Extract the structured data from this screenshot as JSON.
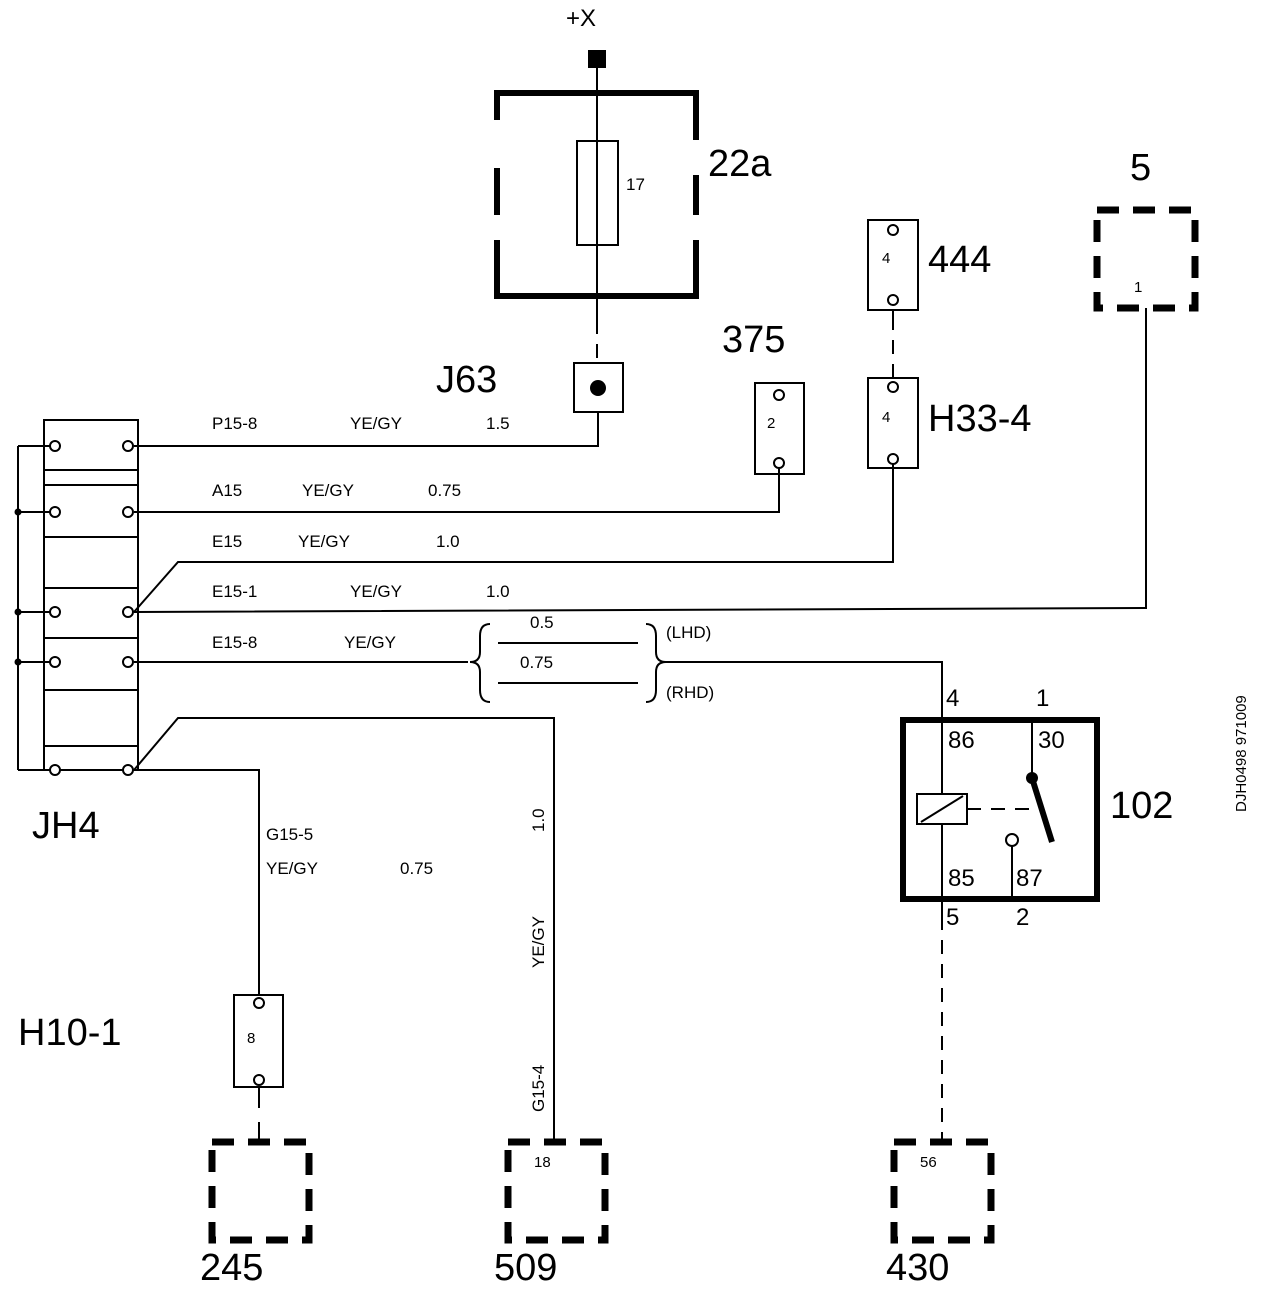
{
  "supply": {
    "label": "+X"
  },
  "fuse_box": {
    "ref": "22a",
    "fuse_number": "17"
  },
  "splice": {
    "ref": "J63"
  },
  "connector_375": {
    "ref": "375",
    "pin": "2"
  },
  "connector_444": {
    "ref": "444",
    "pin": "4"
  },
  "connector_h33": {
    "ref": "H33-4",
    "pin": "4"
  },
  "component_5": {
    "ref": "5",
    "pin": "1"
  },
  "junction_block": {
    "ref": "JH4"
  },
  "wires": {
    "w1": {
      "id": "P15-8",
      "color": "YE/GY",
      "size": "1.5"
    },
    "w2": {
      "id": "A15",
      "color": "YE/GY",
      "size": "0.75"
    },
    "w3": {
      "id": "E15",
      "color": "YE/GY",
      "size": "1.0"
    },
    "w4": {
      "id": "E15-1",
      "color": "YE/GY",
      "size": "1.0"
    },
    "w5": {
      "id": "E15-8",
      "color": "YE/GY"
    },
    "w6": {
      "id": "G15-5",
      "color": "YE/GY",
      "size": "0.75"
    },
    "w7": {
      "id": "G15-4",
      "color": "YE/GY",
      "size": "1.0"
    }
  },
  "variant": {
    "lhd_size": "0.5",
    "rhd_size": "0.75",
    "lhd_label": "(LHD)",
    "rhd_label": "(RHD)"
  },
  "relay": {
    "ref": "102",
    "term_86": "86",
    "term_30": "30",
    "term_85": "85",
    "term_87": "87",
    "pin_86": "4",
    "pin_30": "1",
    "pin_85": "5",
    "pin_87": "2"
  },
  "connector_h10": {
    "ref": "H10-1",
    "pin": "8"
  },
  "component_245": {
    "ref": "245"
  },
  "component_509": {
    "ref": "509",
    "pin": "18"
  },
  "component_430": {
    "ref": "430",
    "pin": "56"
  },
  "drawing_number": "DJH0498 971009"
}
